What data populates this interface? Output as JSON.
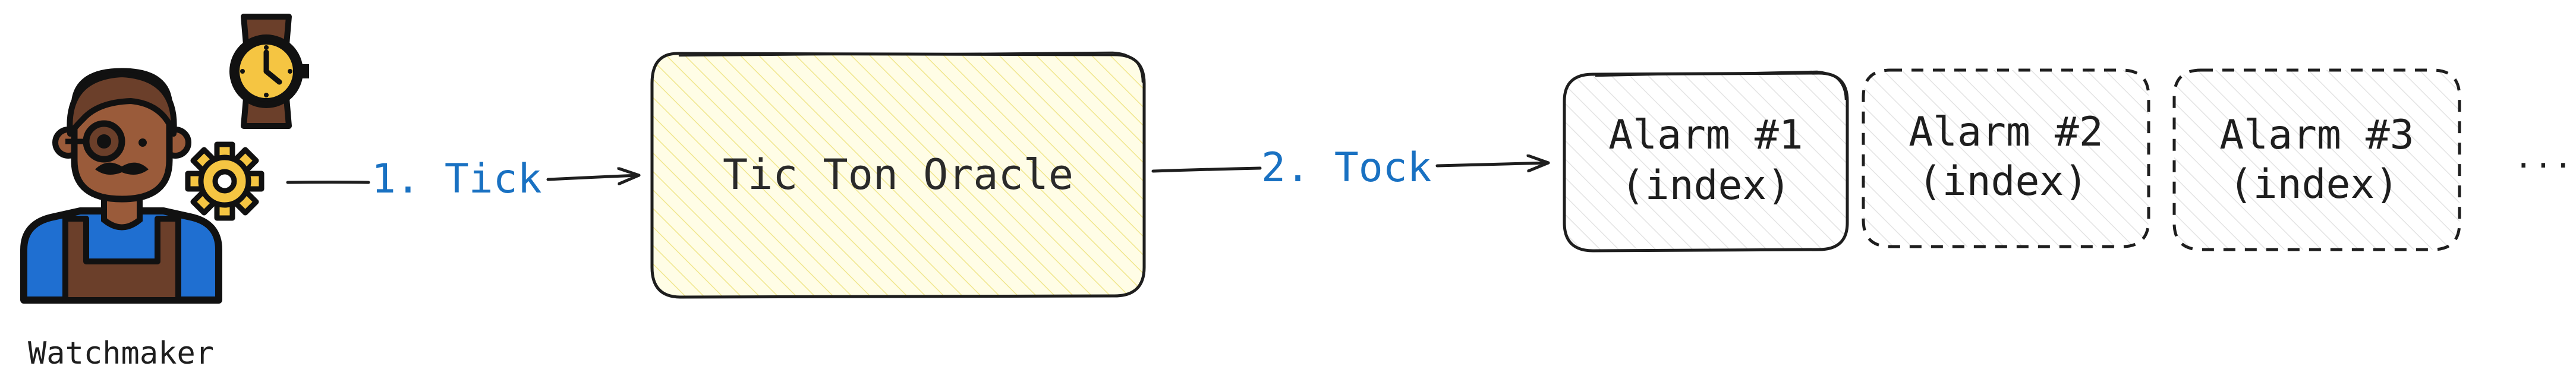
{
  "actor": {
    "label": "Watchmaker",
    "icons": [
      "watchmaker-person-icon",
      "monocle-icon",
      "gear-icon",
      "wristwatch-icon"
    ]
  },
  "edges": {
    "tick": "1. Tick",
    "tock": "2. Tock"
  },
  "oracle": {
    "label": "Tic Ton Oracle"
  },
  "alarms": [
    {
      "title": "Alarm #1",
      "subtitle": "(index)"
    },
    {
      "title": "Alarm #2",
      "subtitle": "(index)"
    },
    {
      "title": "Alarm #3",
      "subtitle": "(index)"
    }
  ],
  "ellipsis": "...",
  "colors": {
    "stroke": "#1e1e1e",
    "oracle_hatch": "#f0e68c",
    "oracle_fill": "#fffde6",
    "alarm_hatch": "#d9d9d9",
    "edge_label": "#1971c2",
    "shirt": "#1f6fd1",
    "apron": "#6b3f2a",
    "skin": "#9a5b3a",
    "hair": "#6b3f2a",
    "watch_face": "#f5c542",
    "gear": "#f5c542"
  }
}
